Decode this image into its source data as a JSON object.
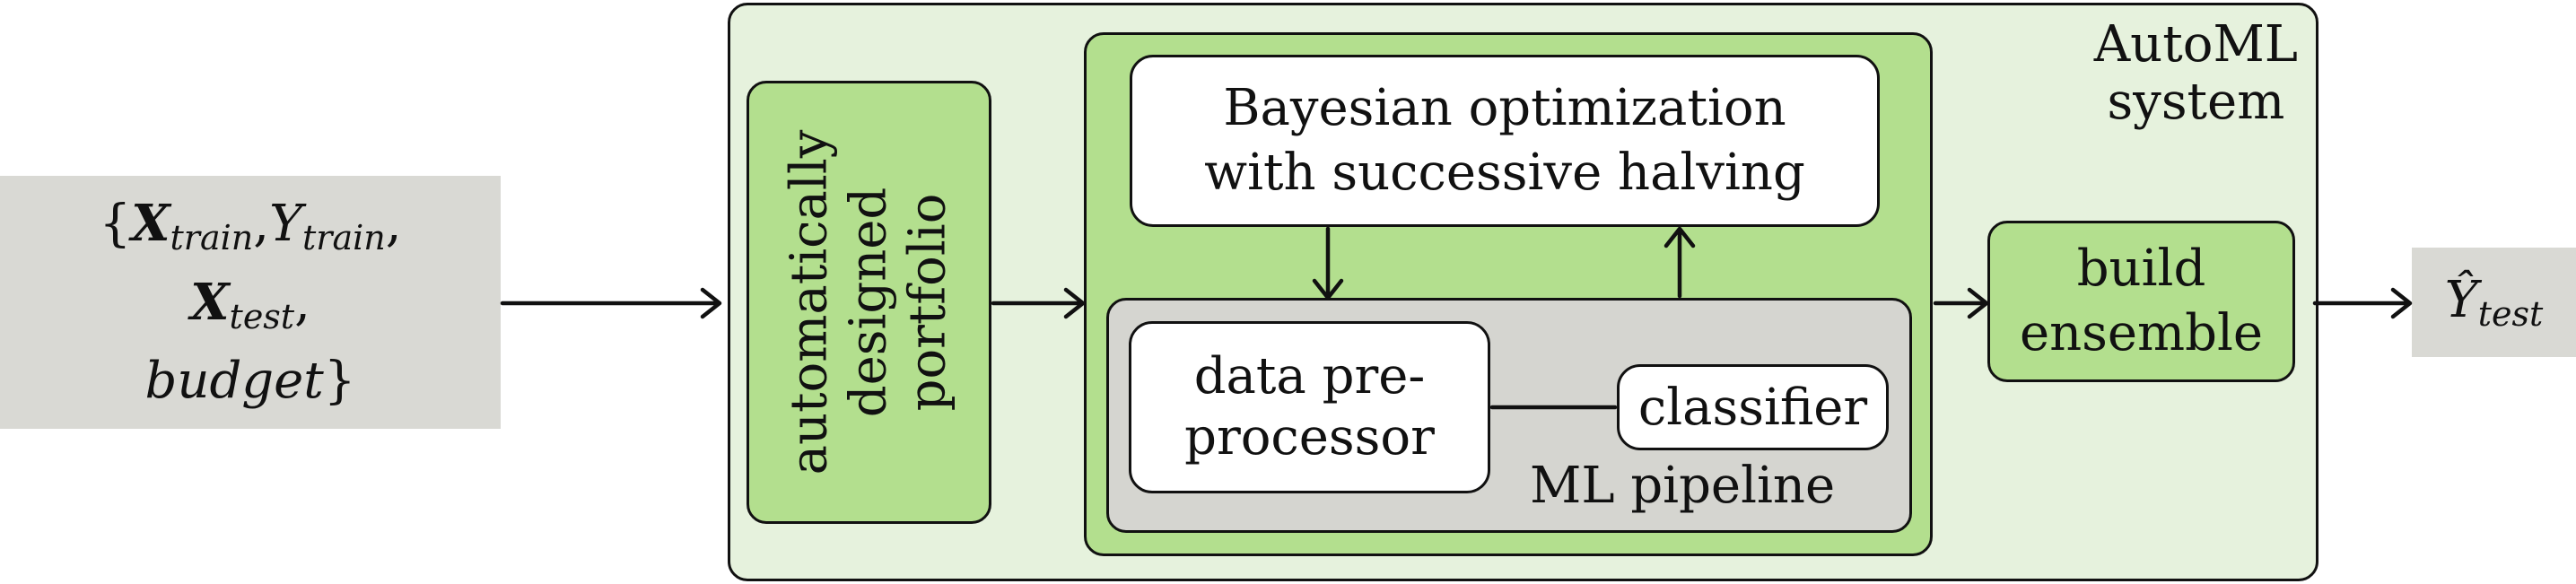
{
  "input": {
    "line1_open": "{",
    "x_train_symbol": "X",
    "x_train_sub": "train",
    "comma1": ",",
    "y_train_symbol": "Y",
    "y_train_sub": "train",
    "comma2": ",",
    "x_test_symbol": "X",
    "x_test_sub": "test",
    "comma3": ",",
    "budget": "budget",
    "line3_close": "}"
  },
  "automl": {
    "label_line1": "AutoML",
    "label_line2": "system"
  },
  "portfolio": {
    "line1": "automatically",
    "line2": "designed",
    "line3": "portfolio"
  },
  "bayesian": {
    "line1": "Bayesian optimization",
    "line2": "with successive halving"
  },
  "pipeline": {
    "label": "ML pipeline"
  },
  "preprocessor": {
    "line1": "data pre-",
    "line2": "processor"
  },
  "classifier": {
    "label": "classifier"
  },
  "ensemble": {
    "line1": "build",
    "line2": "ensemble"
  },
  "output": {
    "symbol": "Ŷ",
    "sub": "test"
  },
  "colors": {
    "input_gray": "#d9d9d4",
    "automl_bg": "#e6f2dd",
    "box_green": "#b3df8e",
    "pipeline_gray": "#d5d5d0",
    "stroke": "#111111"
  }
}
